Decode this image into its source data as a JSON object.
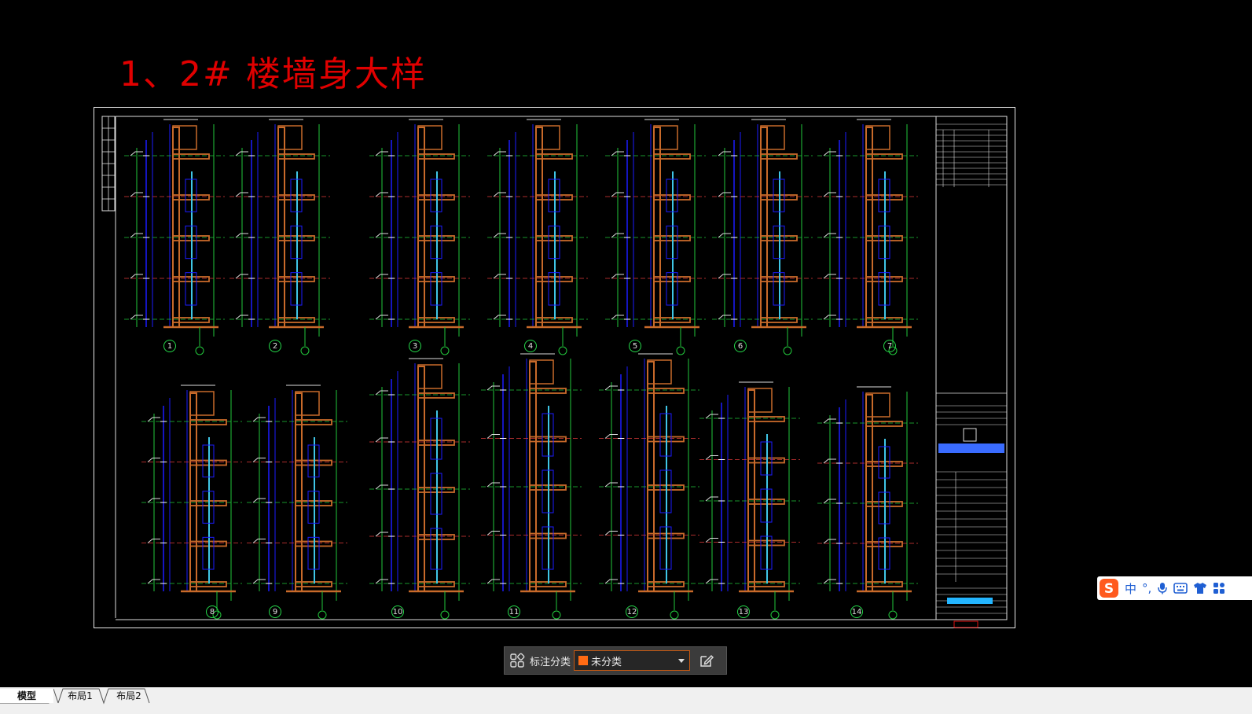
{
  "drawing": {
    "title": "1、2# 楼墙身大样",
    "detail_numbers_row1": [
      "1",
      "2",
      "3",
      "4",
      "5",
      "6",
      "7"
    ],
    "detail_numbers_row2": [
      "8",
      "9",
      "10",
      "11",
      "12",
      "13",
      "14"
    ]
  },
  "annotation_toolbar": {
    "label": "标注分类",
    "selected_category": "未分类",
    "swatch_color": "#ff6a13"
  },
  "ime_toolbar": {
    "logo": "S",
    "mode": "中",
    "punct": "°,",
    "icons": [
      "mic-icon",
      "keyboard-icon",
      "shirt-icon",
      "apps-grid-icon"
    ]
  },
  "layout_tabs": [
    {
      "label": "模型",
      "active": true
    },
    {
      "label": "布局1",
      "active": false
    },
    {
      "label": "布局2",
      "active": false
    }
  ],
  "colors": {
    "background": "#000000",
    "title": "#e00000",
    "frame": "#e8e8e8",
    "wall": "#c86a2a",
    "dimension": "#1c1cff",
    "guide": "#22c83c",
    "glass": "#3fc6e6",
    "level": "#e23b3b"
  }
}
